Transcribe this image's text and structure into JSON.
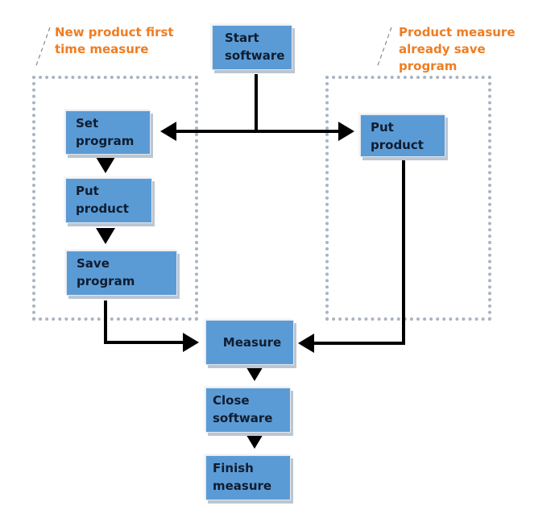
{
  "diagram": {
    "type": "flowchart",
    "groups": [
      {
        "id": "new-product",
        "label": "New product first\ntime measure"
      },
      {
        "id": "saved-program",
        "label": "Product measure\nalready save\nprogram"
      }
    ],
    "nodes": [
      {
        "id": "start-software",
        "label": "Start\nsoftware"
      },
      {
        "id": "set-program",
        "label": "Set\nprogram",
        "group": "new-product"
      },
      {
        "id": "put-product-new",
        "label": "Put\nproduct",
        "group": "new-product"
      },
      {
        "id": "save-program",
        "label": "Save\nprogram",
        "group": "new-product"
      },
      {
        "id": "put-product-saved",
        "label": "Put\nproduct",
        "group": "saved-program"
      },
      {
        "id": "measure",
        "label": "Measure"
      },
      {
        "id": "close-software",
        "label": "Close\nsoftware"
      },
      {
        "id": "finish-measure",
        "label": "Finish\nmeasure"
      }
    ],
    "edges": [
      {
        "from": "start-software",
        "to": "set-program"
      },
      {
        "from": "start-software",
        "to": "put-product-saved"
      },
      {
        "from": "set-program",
        "to": "put-product-new"
      },
      {
        "from": "put-product-new",
        "to": "save-program"
      },
      {
        "from": "save-program",
        "to": "measure"
      },
      {
        "from": "put-product-saved",
        "to": "measure"
      },
      {
        "from": "measure",
        "to": "close-software"
      },
      {
        "from": "close-software",
        "to": "finish-measure"
      }
    ],
    "colors": {
      "node_fill": "#5b9bd5",
      "node_text": "#0f1d30",
      "group_label": "#ee7d22",
      "group_border": "#a9b4c2",
      "arrow": "#000000"
    }
  }
}
